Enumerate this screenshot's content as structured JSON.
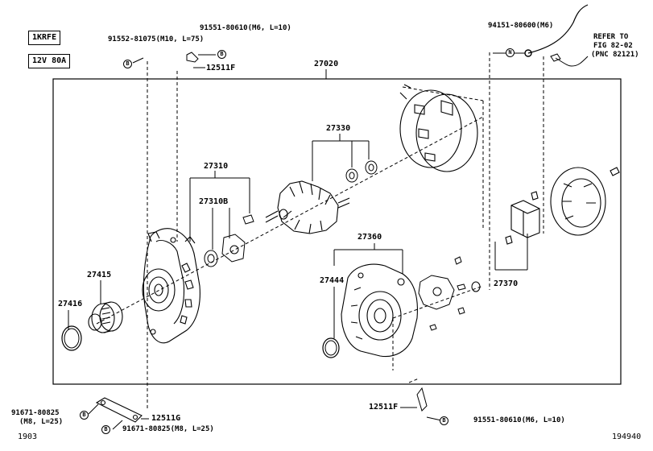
{
  "engine_code": "1KRFE",
  "alternator_spec": "12V 80A",
  "refer_note": [
    "REFER TO",
    "FIG 82-02",
    "(PNC 82121)"
  ],
  "footer_left": "1903",
  "footer_right": "194940",
  "callouts": {
    "p27020": "27020",
    "p27330": "27330",
    "p27310": "27310",
    "p27310b": "27310B",
    "p27415": "27415",
    "p27416": "27416",
    "p27360": "27360",
    "p27444": "27444",
    "p27370": "27370",
    "p12511f_top": "12511F",
    "p12511f_bottom": "12511F",
    "p12511g": "12511G",
    "bolt_91552": "91552-81075(M10, L=75)",
    "bolt_91551_top": "91551-80610(M6, L=10)",
    "bolt_94151": "94151-80600(M6)",
    "bolt_91551_bottom": "91551-80610(M6, L=10)",
    "bolt_91671_left_a": "91671-80825",
    "bolt_91671_left_b": "(M8, L=25)",
    "bolt_91671_bottom": "91671-80825(M8, L=25)"
  },
  "markers": {
    "b": "B",
    "n": "N"
  }
}
